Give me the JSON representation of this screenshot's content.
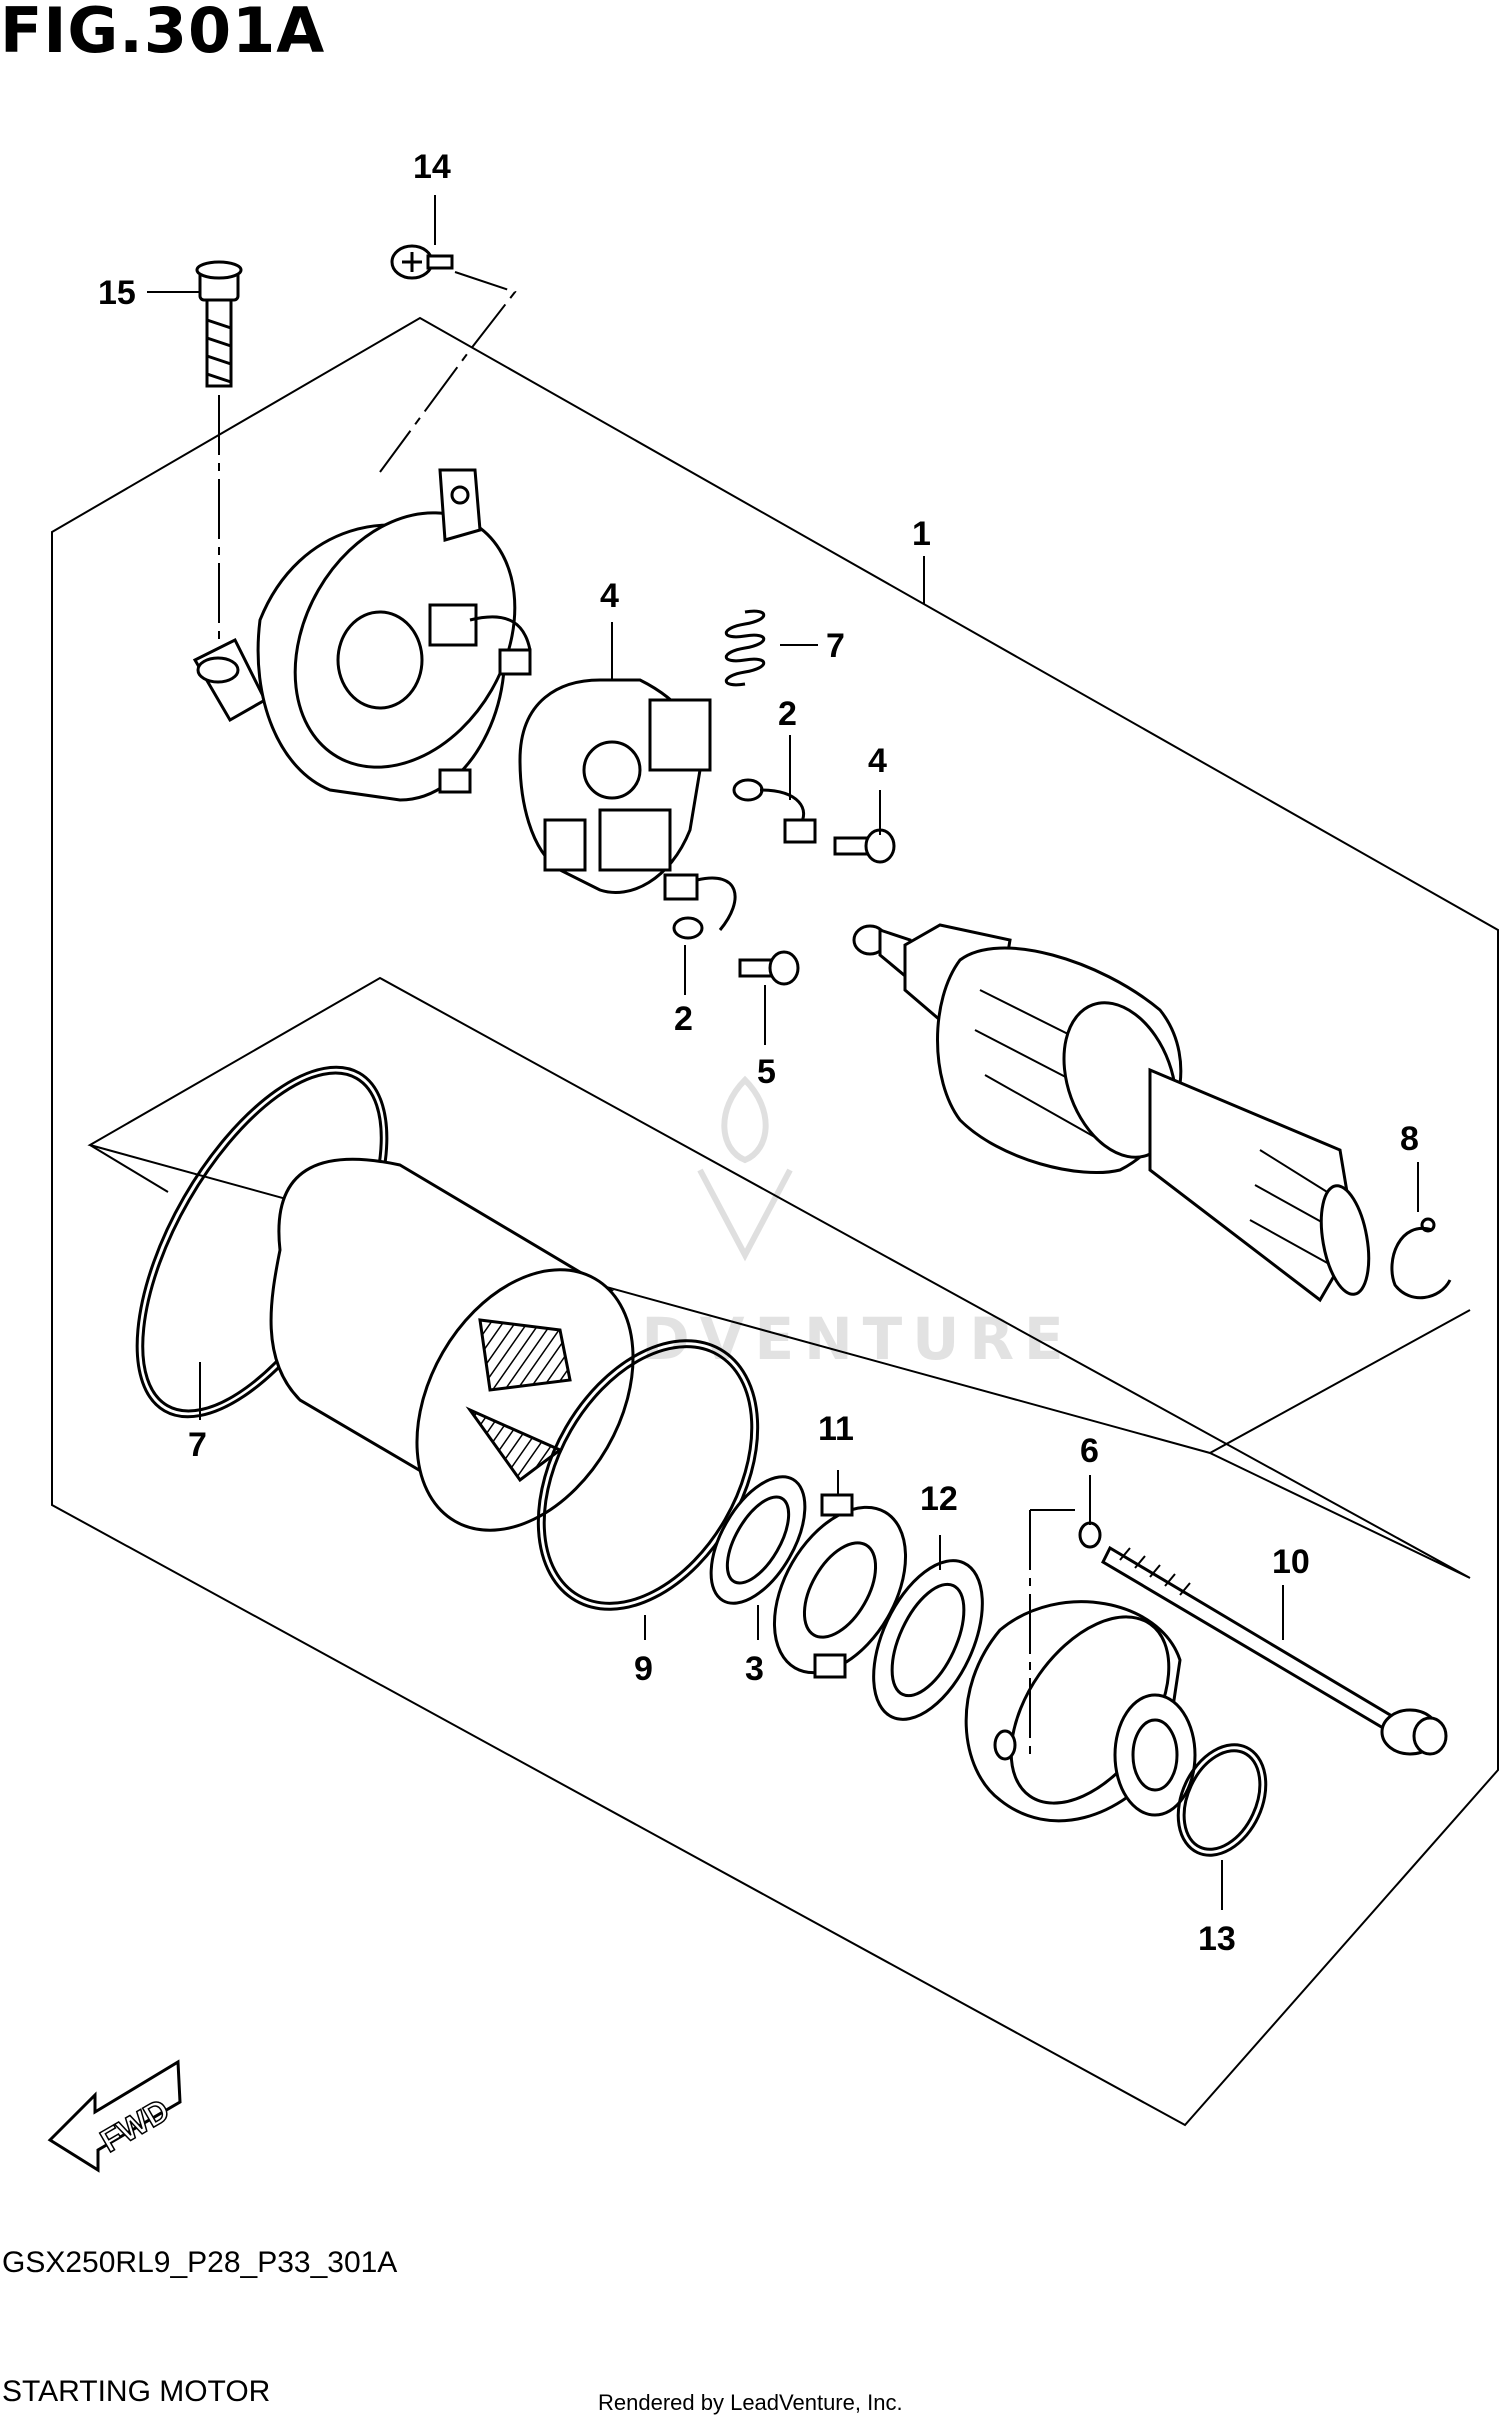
{
  "figure": {
    "title": "FIG.301A",
    "fwd_label": "FWD",
    "watermark": "LEADVENTURE"
  },
  "callouts": [
    "1",
    "2",
    "2",
    "3",
    "4",
    "4",
    "5",
    "6",
    "7",
    "7",
    "8",
    "9",
    "10",
    "11",
    "12",
    "13",
    "14",
    "15"
  ],
  "footer": {
    "code": "GSX250RL9_P28_P33_301A",
    "name": "STARTING MOTOR",
    "rendered_by": "Rendered by LeadVenture, Inc."
  }
}
